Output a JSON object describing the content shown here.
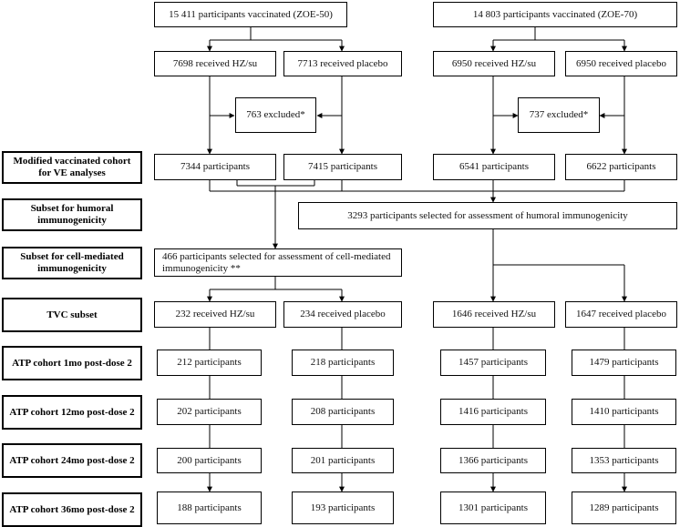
{
  "diagram": {
    "vaccinated_zoe50": "15 411 participants vaccinated (ZOE-50)",
    "vaccinated_zoe70": "14 803 participants vaccinated (ZOE-70)",
    "zoe50_hzsu": "7698 received HZ/su",
    "zoe50_placebo": "7713 received placebo",
    "zoe70_hzsu": "6950 received HZ/su",
    "zoe70_placebo": "6950 received placebo",
    "zoe50_excluded": "763 excluded*",
    "zoe70_excluded": "737 excluded*",
    "mvc_zoe50_hzsu": "7344 participants",
    "mvc_zoe50_placebo": "7415 participants",
    "mvc_zoe70_hzsu": "6541 participants",
    "mvc_zoe70_placebo": "6622 participants",
    "humoral_selected": "3293 participants selected for assessment of humoral immunogenicity",
    "cmi_selected": "466 participants selected for assessment of cell-mediated immunogenicity **",
    "tvc_cmi_hzsu": "232 received HZ/su",
    "tvc_cmi_placebo": "234 received placebo",
    "tvc_hum_hzsu": "1646 received HZ/su",
    "tvc_hum_placebo": "1647 received placebo",
    "atp1_a": "212 participants",
    "atp1_b": "218 participants",
    "atp1_c": "1457 participants",
    "atp1_d": "1479 participants",
    "atp12_a": "202 participants",
    "atp12_b": "208 participants",
    "atp12_c": "1416 participants",
    "atp12_d": "1410 participants",
    "atp24_a": "200 participants",
    "atp24_b": "201 participants",
    "atp24_c": "1366 participants",
    "atp24_d": "1353 participants",
    "atp36_a": "188 participants",
    "atp36_b": "193 participants",
    "atp36_c": "1301 participants",
    "atp36_d": "1289 participants"
  },
  "row_labels": {
    "mvc": "Modified vaccinated cohort for VE analyses",
    "humoral": "Subset for humoral immunogenicity",
    "cmi": "Subset for cell-mediated immunogenicity",
    "tvc": "TVC subset",
    "atp1": "ATP cohort 1mo post-dose 2",
    "atp12": "ATP cohort 12mo post-dose 2",
    "atp24": "ATP cohort 24mo post-dose 2",
    "atp36": "ATP cohort 36mo post-dose 2"
  }
}
